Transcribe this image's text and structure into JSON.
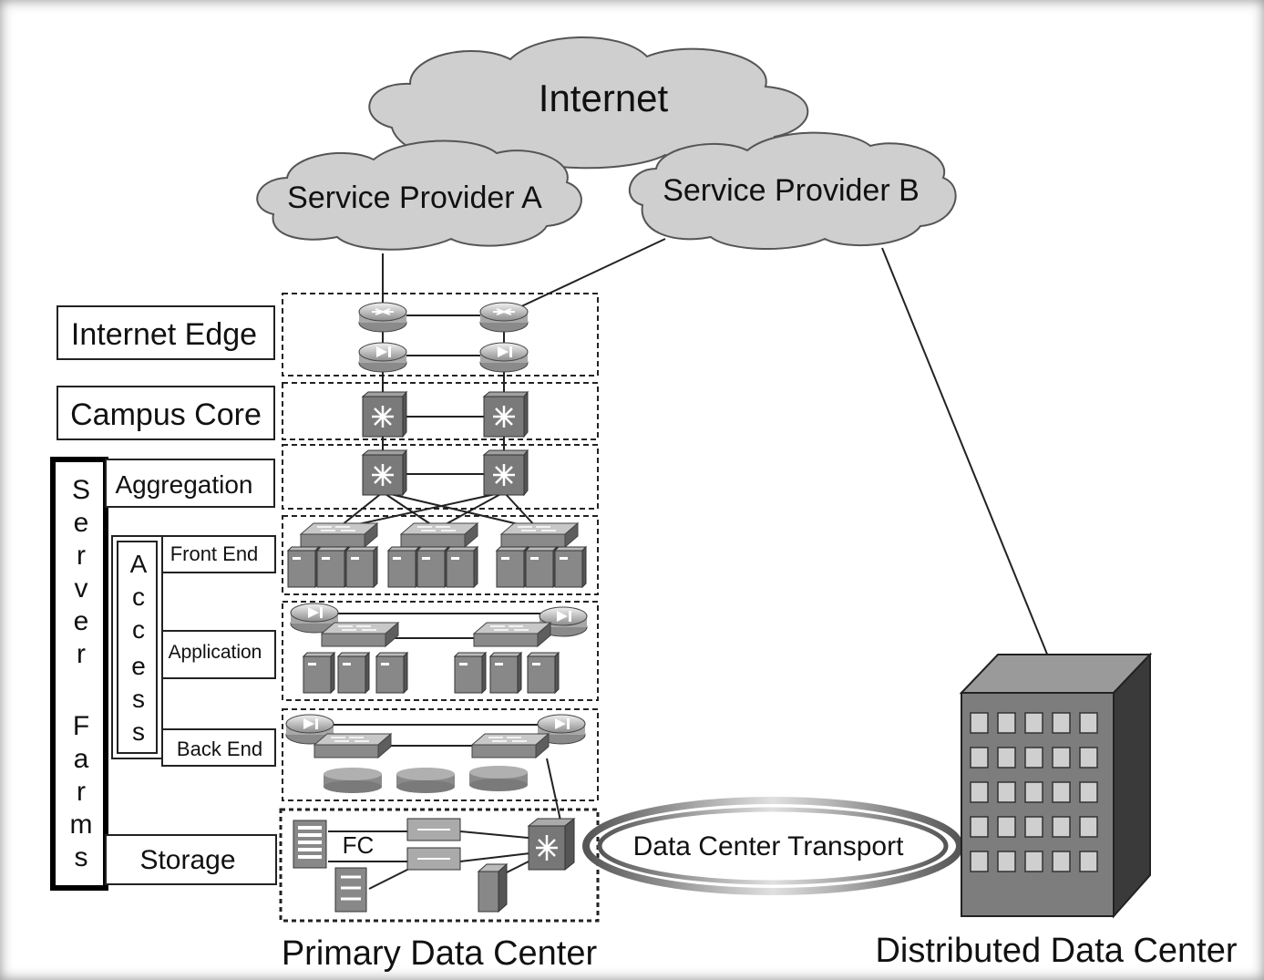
{
  "clouds": {
    "internet": "Internet",
    "provider_a": "Service Provider A",
    "provider_b": "Service Provider B"
  },
  "layers": {
    "internet_edge": "Internet Edge",
    "campus_core": "Campus Core",
    "aggregation": "Aggregation",
    "front_end": "Front End",
    "application": "Application",
    "back_end": "Back End",
    "storage": "Storage"
  },
  "server_farms_letters": [
    "S",
    "e",
    "r",
    "v",
    "e",
    "r",
    "F",
    "a",
    "r",
    "m",
    "s"
  ],
  "access_letters": [
    "A",
    "c",
    "c",
    "e",
    "s",
    "s"
  ],
  "storage_fc": "FC",
  "transport": "Data Center Transport",
  "captions": {
    "primary": "Primary Data Center",
    "distributed": "Distributed Data Center"
  }
}
